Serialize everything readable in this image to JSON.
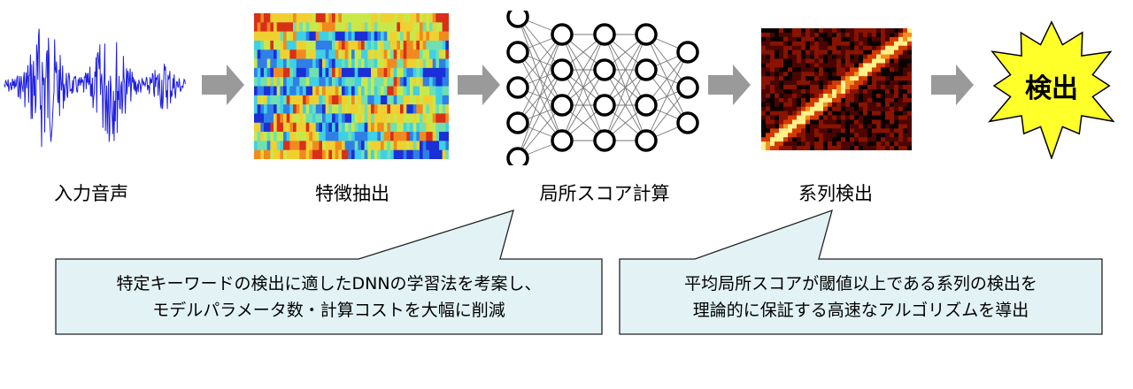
{
  "stages": [
    {
      "label": "入力音声",
      "icon": "waveform-icon"
    },
    {
      "label": "特徴抽出",
      "icon": "spectrogram-icon"
    },
    {
      "label": "局所スコア計算",
      "icon": "neural-network-icon"
    },
    {
      "label": "系列検出",
      "icon": "heatmap-icon"
    },
    {
      "label": "検出",
      "icon": "starburst-icon"
    }
  ],
  "callouts": {
    "left": {
      "line1": "特定キーワードの検出に適したDNNの学習法を考案し、",
      "line2": "モデルパラメータ数・計算コストを大幅に削減"
    },
    "right": {
      "line1": "平均局所スコアが閾値以上である系列の検出を",
      "line2": "理論的に保証する高速なアルゴリズムを導出"
    }
  },
  "colors": {
    "waveform": "#1f1fe0",
    "arrow": "#9a9a9a",
    "callout_fill": "#e3f3f5",
    "burst_fill": "#ffff2a",
    "node_stroke": "#000000"
  }
}
